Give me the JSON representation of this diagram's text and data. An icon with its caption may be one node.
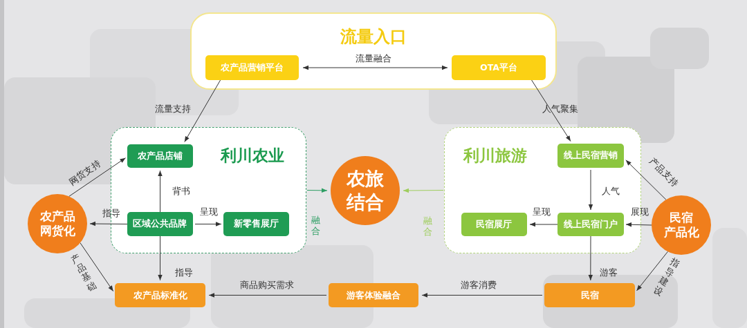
{
  "diagram": {
    "nodes": [
      {
        "text": [
          "流量入口"
        ]
      },
      {
        "text": [
          "农产品营销平台"
        ],
        "in": 0
      },
      {
        "text": [
          "OTA平台"
        ],
        "in": 0
      },
      {
        "text": [
          "利川农业"
        ]
      },
      {
        "text": [
          "农产品店铺"
        ],
        "in": 3
      },
      {
        "text": [
          "区域公共品牌"
        ],
        "in": 3
      },
      {
        "text": [
          "新零售展厅"
        ],
        "in": 3
      },
      {
        "text": [
          "农旅结合"
        ]
      },
      {
        "text": [
          "利川旅游"
        ]
      },
      {
        "text": [
          "线上民宿营销"
        ],
        "in": 8
      },
      {
        "text": [
          "民宿展厅"
        ],
        "in": 8
      },
      {
        "text": [
          "线上民宿门户"
        ],
        "in": 8
      },
      {
        "text": [
          "农产品网货化"
        ]
      },
      {
        "text": [
          "民宿产品化"
        ]
      },
      {
        "text": [
          "农产品标准化"
        ]
      },
      {
        "text": [
          "游客体验融合"
        ]
      },
      {
        "text": [
          "民宿"
        ]
      }
    ],
    "edges": [
      {
        "from": 1,
        "to": 2,
        "arrow": "both",
        "label": "流量融合"
      },
      {
        "from": 1,
        "to": 4,
        "arrow": "to",
        "label": "流量支持"
      },
      {
        "from": 2,
        "to": 9,
        "arrow": "to",
        "label": "人气聚集"
      },
      {
        "from": 12,
        "to": 4,
        "arrow": "to",
        "label": "网货支持"
      },
      {
        "from": 5,
        "to": 4,
        "arrow": "to",
        "label": "背书"
      },
      {
        "from": 5,
        "to": 14,
        "arrow": "to",
        "label": "指导"
      },
      {
        "from": 5,
        "to": 12,
        "arrow": "to",
        "label": "指导"
      },
      {
        "from": 5,
        "to": 6,
        "arrow": "to",
        "label": "呈现"
      },
      {
        "from": 3,
        "to": 7,
        "arrow": "to",
        "label": "融合",
        "color": "#2e9e64"
      },
      {
        "from": 8,
        "to": 7,
        "arrow": "to",
        "label": "融合",
        "color": "#9fcd5e"
      },
      {
        "from": 13,
        "to": 9,
        "arrow": "to",
        "label": "产品支持"
      },
      {
        "from": 9,
        "to": 11,
        "arrow": "to",
        "label": "人气"
      },
      {
        "from": 13,
        "to": 11,
        "arrow": "to",
        "label": "展现"
      },
      {
        "from": 11,
        "to": 10,
        "arrow": "to",
        "label": "呈现"
      },
      {
        "from": 11,
        "to": 16,
        "arrow": "to",
        "label": "游客"
      },
      {
        "from": 13,
        "to": 16,
        "arrow": "to",
        "label": "指导建设"
      },
      {
        "from": 12,
        "to": 14,
        "arrow": "to",
        "label": "产品基础"
      },
      {
        "from": 16,
        "to": 15,
        "arrow": "to",
        "label": "游客消费"
      },
      {
        "from": 15,
        "to": 14,
        "arrow": "to",
        "label": "商品购买需求"
      }
    ]
  }
}
